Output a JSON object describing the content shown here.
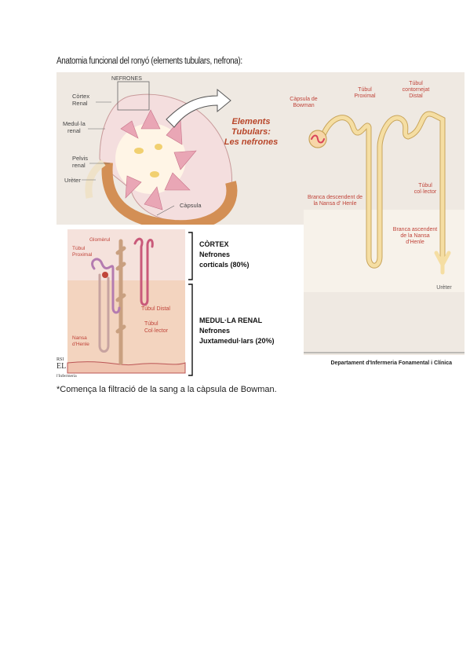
{
  "heading": "Anatomia funcional del ronyó (elements tubulars, nefrona):",
  "kidney": {
    "nefrones": "NEFRONES",
    "cortex": [
      "Còrtex",
      "Renal"
    ],
    "medulla": [
      "Medul·la",
      "renal"
    ],
    "pelvis": [
      "Pelvis",
      "renal"
    ],
    "ureter": "Urèter",
    "capsule": "Càpsula"
  },
  "title": [
    "Elements",
    "Tubulars:",
    "Les nefrones"
  ],
  "nephron": {
    "bowman": [
      "Càpsula de",
      "Bowman"
    ],
    "proximal": [
      "Túbul",
      "Proximal"
    ],
    "distal": [
      "Túbul",
      "contornejat",
      "Distal"
    ],
    "collector": [
      "Túbul",
      "col·lector"
    ],
    "descending": [
      "Branca descendent de",
      "la Nansa  d' Henle"
    ],
    "ascending": [
      "Branca ascendent",
      "de la Nansa",
      "d'Henle"
    ],
    "ureter": "Urèter"
  },
  "zones": {
    "glomerul": "Glomèrul",
    "proximal": [
      "Túbul",
      "Proximal"
    ],
    "distal": "Túbul Distal",
    "collector": [
      "Túbul",
      "Col·lector"
    ],
    "nansa": [
      "Nansa",
      "d'Henle"
    ]
  },
  "cortex_box": [
    "CÒRTEX",
    "Nefrones",
    "corticals (80%)"
  ],
  "medulla_box": [
    "MEDUL·LA RENAL",
    "Nefrones",
    "Juxtamedul·lars (20%)"
  ],
  "department": "Departament d'Infermeria Fonamental i Clínica",
  "logo": {
    "top": "RSI",
    "mid": "EL",
    "bottom": "l'Infermeria"
  },
  "footnote": "*Comença la filtració de la sang a la càpsula de Bowman.",
  "colors": {
    "slide_bg": "#efe9e2",
    "title": "#b8462a",
    "cortex": "#efc7c2",
    "medulla": "#f3d4bf",
    "tubule": "#f1d89a",
    "label": "#c0443a"
  }
}
